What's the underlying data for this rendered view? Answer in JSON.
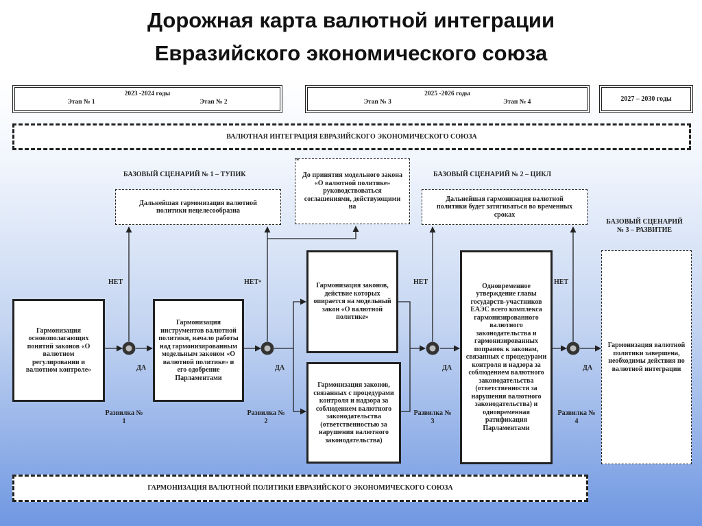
{
  "title_line1": "Дорожная карта валютной интеграции",
  "title_line2": "Евразийского экономического союза",
  "periods": [
    {
      "years": "2023 -2024 годы",
      "stage_a": "Этап № 1",
      "stage_b": "Этап № 2"
    },
    {
      "years": "2025 -2026 годы",
      "stage_a": "Этап № 3",
      "stage_b": "Этап № 4"
    },
    {
      "years": "2027 – 2030 годы"
    }
  ],
  "banner_top": "ВАЛЮТНАЯ ИНТЕГРАЦИЯ ЕВРАЗИЙСКОГО ЭКОНОМИЧЕСКОГО СОЮЗА",
  "banner_bottom": "ГАРМОНИЗАЦИЯ ВАЛЮТНОЙ ПОЛИТИКИ ЕВРАЗИЙСКОГО ЭКОНОМИЧЕСКОГО СОЮЗА",
  "scenario1": {
    "title": "БАЗОВЫЙ СЦЕНАРИЙ № 1 – ТУПИК",
    "text": "Дальнейшая гармонизация валютной политики нецелесообразна"
  },
  "note": {
    "star": "*",
    "text": "До принятия модельного закона «О валютной политике» руководствоваться соглашениями, действующими на"
  },
  "scenario2": {
    "title": "БАЗОВЫЙ СЦЕНАРИЙ № 2 – ЦИКЛ",
    "text": "Дальнейшая гармонизация валютной политики будет затягиваться во временных сроках"
  },
  "scenario3": {
    "title": "БАЗОВЫЙ СЦЕНАРИЙ № 3 – РАЗВИТИЕ",
    "text": "Гармонизация валютной политики завершена, необходимы действия по валютной интеграции"
  },
  "steps": {
    "s1": "Гармонизация основополагающих понятий законов «О валютном регулировании и валютном контроле»",
    "s2": "Гармонизация инструментов валютной политики, начало работы над гармонизированным модельным законом «О валютной политике» и его одобрение Парламентами",
    "s3a": "Гармонизация законов, действие которых опирается на модельный закон «О валютной политике»",
    "s3b": "Гармонизация законов, связанных с процедурами контроля и надзора за соблюдением валютного законодательства (ответственностью за нарушения валютного законодательства)",
    "s4": "Одновременное утверждение главы государств-участников ЕАЭС всего комплекса гармонизированного валютного законодательства и гармонизированных поправок к законам, связанных с процедурами контроля и надзора за соблюдением валютного законодательства (ответственности за нарушения валютного законодательства) и одновременная ратификация Парламентами"
  },
  "labels": {
    "no": "НЕТ",
    "yes": "ДА",
    "star": "*",
    "fork1": "Развилка № 1",
    "fork2": "Развилка № 2",
    "fork3": "Развилка № 3",
    "fork4": "Развилка № 4"
  }
}
